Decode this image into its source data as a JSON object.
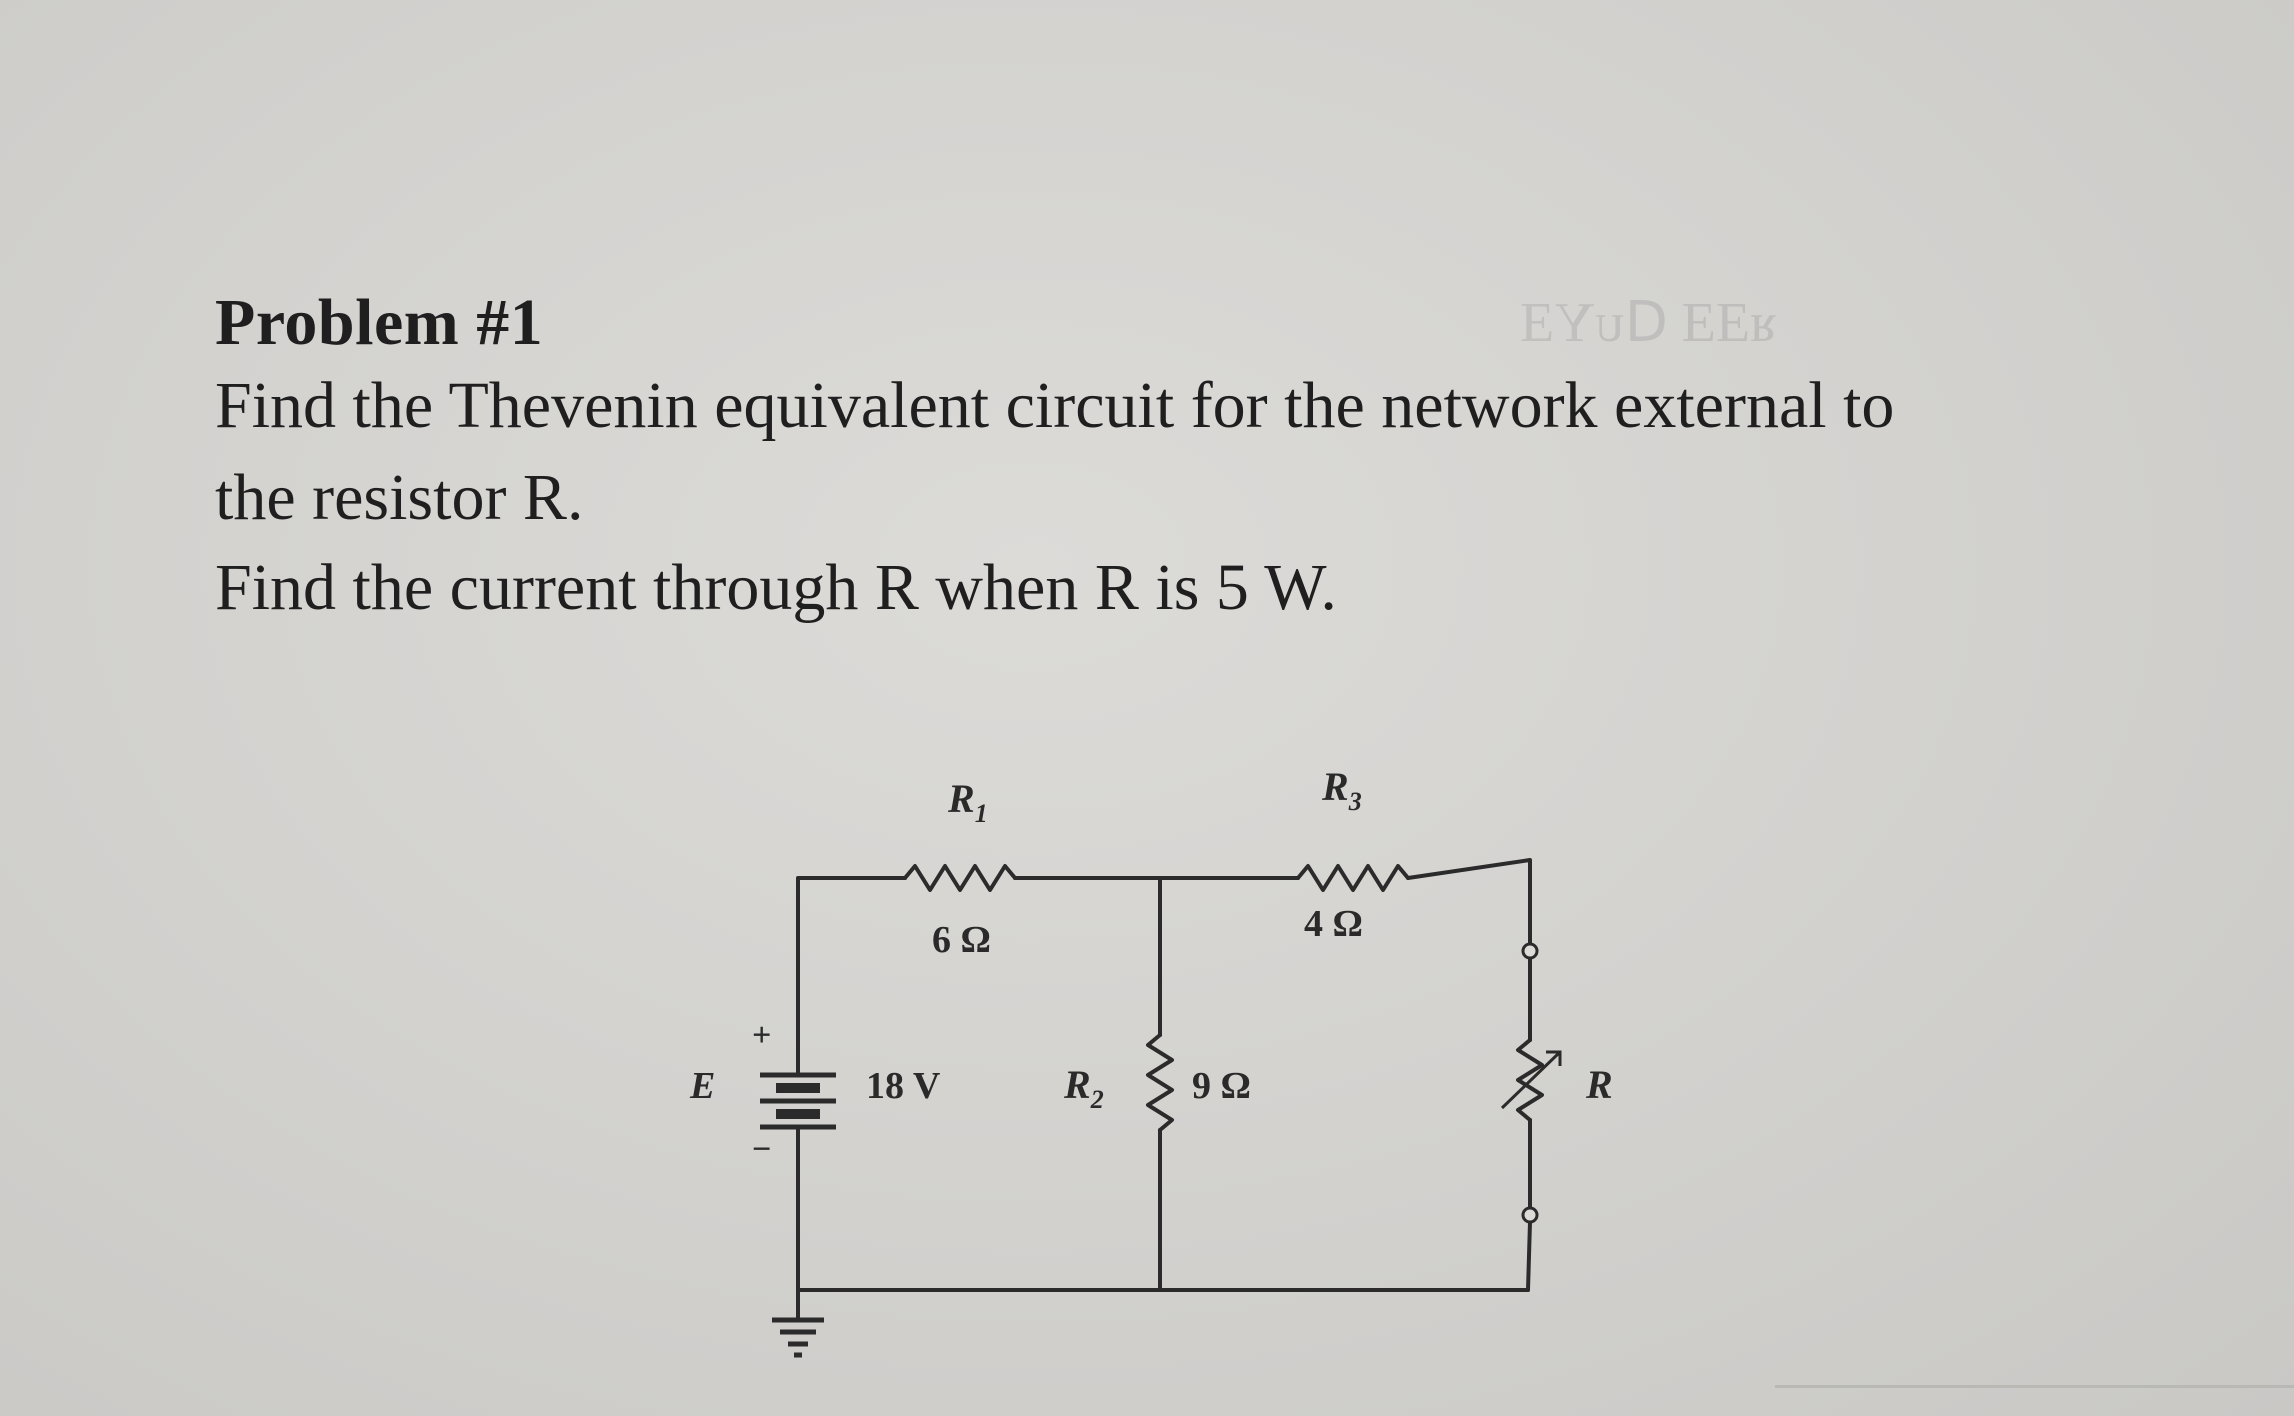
{
  "problem": {
    "title": "Problem #1",
    "line1": "Find the Thevenin equivalent circuit for the network external to",
    "line2": "the resistor R.",
    "line3": "Find the current through R when R is 5 W."
  },
  "circuit": {
    "source": {
      "name": "E",
      "value": "18 V",
      "plus": "+",
      "minus": "−"
    },
    "r1": {
      "name": "R",
      "sub": "1",
      "value": "6 Ω"
    },
    "r2": {
      "name": "R",
      "sub": "2",
      "value": "9 Ω"
    },
    "r3": {
      "name": "R",
      "sub": "3",
      "value": "4 Ω"
    },
    "load": {
      "name": "R"
    }
  }
}
